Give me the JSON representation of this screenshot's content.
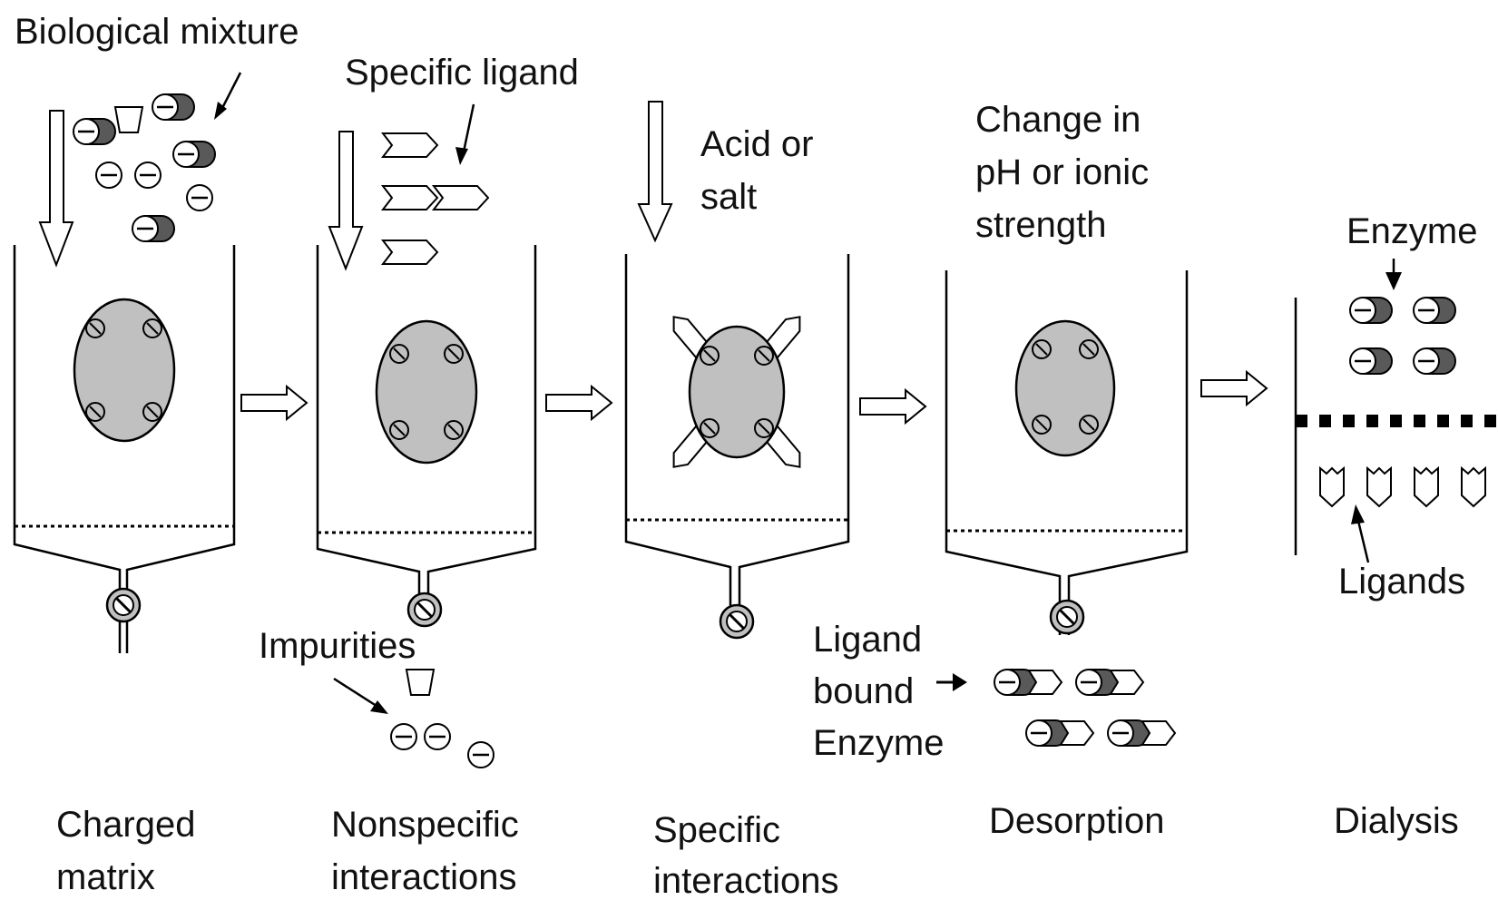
{
  "labels": {
    "biological_mixture": "Biological mixture",
    "specific_ligand": "Specific ligand",
    "acid_or_salt_line1": "Acid or",
    "acid_or_salt_line2": "salt",
    "change_line1": "Change in",
    "change_line2": "pH or ionic",
    "change_line3": "strength",
    "enzyme": "Enzyme",
    "ligands": "Ligands",
    "impurities": "Impurities",
    "ligand_bound_line1": "Ligand",
    "ligand_bound_line2": "bound",
    "ligand_bound_line3": "Enzyme"
  },
  "steps": [
    {
      "line1": "Charged",
      "line2": "matrix"
    },
    {
      "line1": "Nonspecific",
      "line2": "interactions"
    },
    {
      "line1": "Specific",
      "line2": "interactions"
    },
    {
      "line1": "Desorption",
      "line2": ""
    },
    {
      "line1": "Dialysis",
      "line2": ""
    }
  ],
  "colors": {
    "stroke": "#000000",
    "matrix_fill": "#c0c0c0",
    "enzyme_dark": "#595959",
    "background": "#ffffff"
  }
}
